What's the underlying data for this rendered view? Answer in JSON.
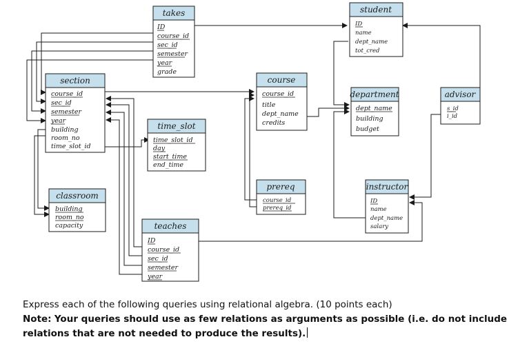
{
  "tables": {
    "takes": {
      "title": "takes",
      "attrs": [
        "ID",
        "course_id",
        "sec_id",
        "semester",
        "year",
        "grade"
      ]
    },
    "student": {
      "title": "student",
      "attrs": [
        "ID",
        "name",
        "dept_name",
        "tot_cred"
      ]
    },
    "section": {
      "title": "section",
      "attrs": [
        "course_id",
        "sec_id",
        "semester",
        "year",
        "building",
        "room_no",
        "time_slot_id"
      ]
    },
    "course": {
      "title": "course",
      "attrs": [
        "course_id",
        "title",
        "dept_name",
        "credits"
      ]
    },
    "department": {
      "title": "department",
      "attrs": [
        "dept_name",
        "building",
        "budget"
      ]
    },
    "advisor": {
      "title": "advisor",
      "attrs": [
        "s_id",
        "i_id"
      ]
    },
    "time_slot": {
      "title": "time_slot",
      "attrs": [
        "time_slot_id",
        "day",
        "start_time",
        "end_time"
      ]
    },
    "prereq": {
      "title": "prereq",
      "attrs": [
        "course_id",
        "prereq_id"
      ]
    },
    "instructor": {
      "title": "instructor",
      "attrs": [
        "ID",
        "name",
        "dept_name",
        "salary"
      ]
    },
    "classroom": {
      "title": "classroom",
      "attrs": [
        "building",
        "room_no",
        "capacity"
      ]
    },
    "teaches": {
      "title": "teaches",
      "attrs": [
        "ID",
        "course_id",
        "sec_id",
        "semester",
        "year"
      ]
    }
  },
  "question": {
    "line1": "Express each of the following queries using relational algebra.  (10 points each)",
    "note_label": "Note:",
    "note_text": "Your queries should use as few relations as arguments as possible (i.e. do not include relations that are not needed to produce the results)."
  }
}
